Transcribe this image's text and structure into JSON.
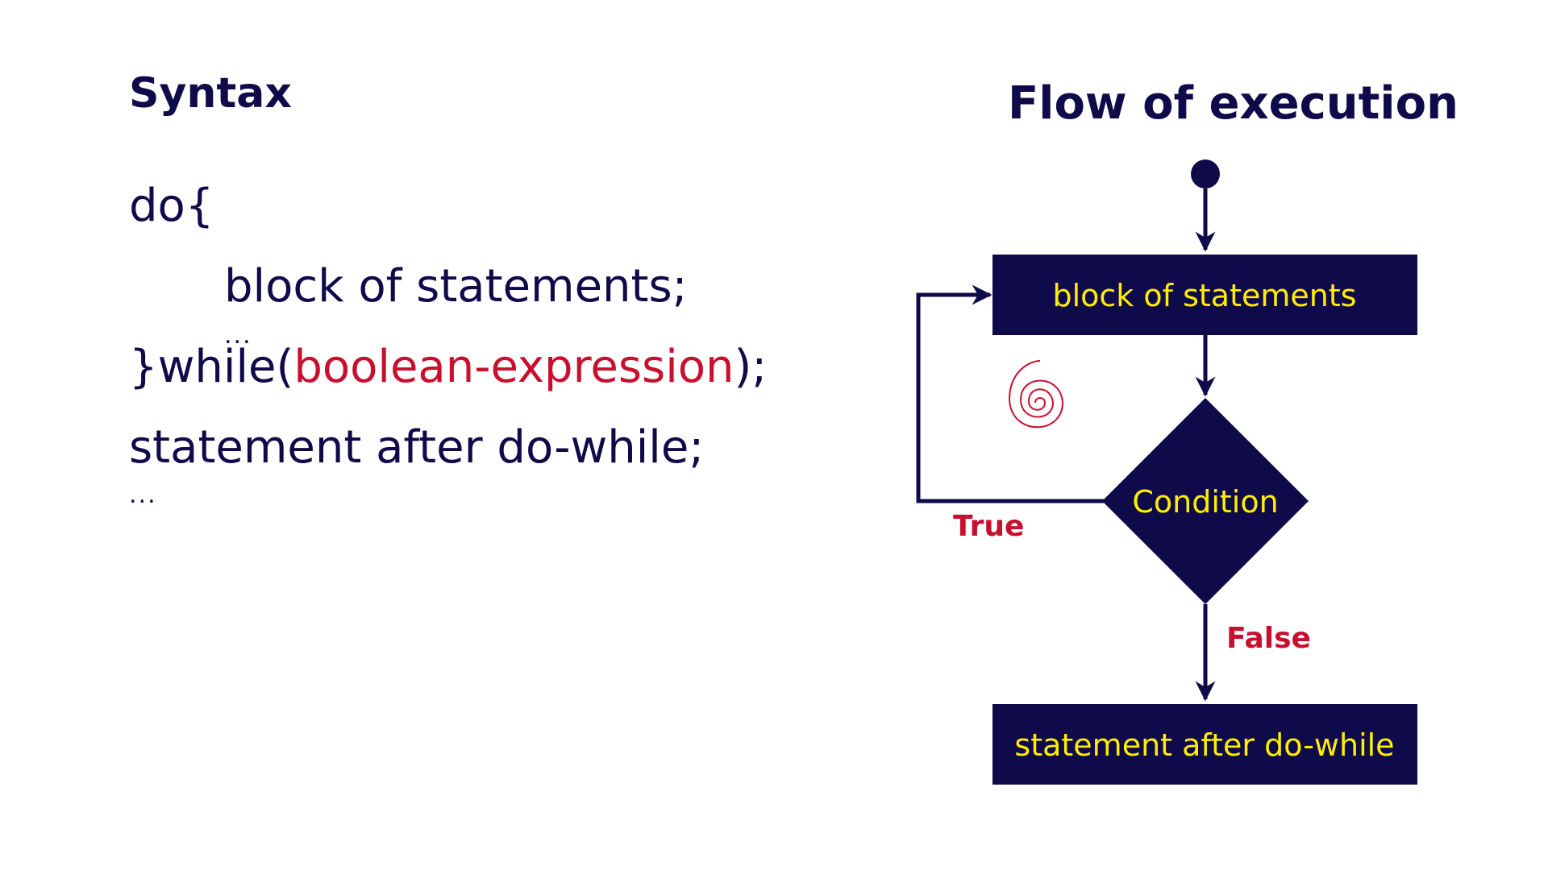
{
  "syntax": {
    "heading": "Syntax",
    "line_do": "do{",
    "line_block": "block of statements;",
    "line_block_ellipsis": "...",
    "line_while_prefix": "}while(",
    "line_while_condition": "boolean-expression",
    "line_while_suffix": ");",
    "line_after": "statement after do-while;",
    "line_after_ellipsis": "..."
  },
  "flow": {
    "heading": "Flow of execution",
    "block_label": "block of statements",
    "condition_label": "Condition",
    "true_label": "True",
    "false_label": "False",
    "after_label": "statement after do-while"
  },
  "colors": {
    "navy": "#0f0a4a",
    "node_text": "#ffee00",
    "accent_red": "#c8102e",
    "background": "#ffffff"
  },
  "icons": {
    "loop_symbol": "spiral-icon"
  }
}
